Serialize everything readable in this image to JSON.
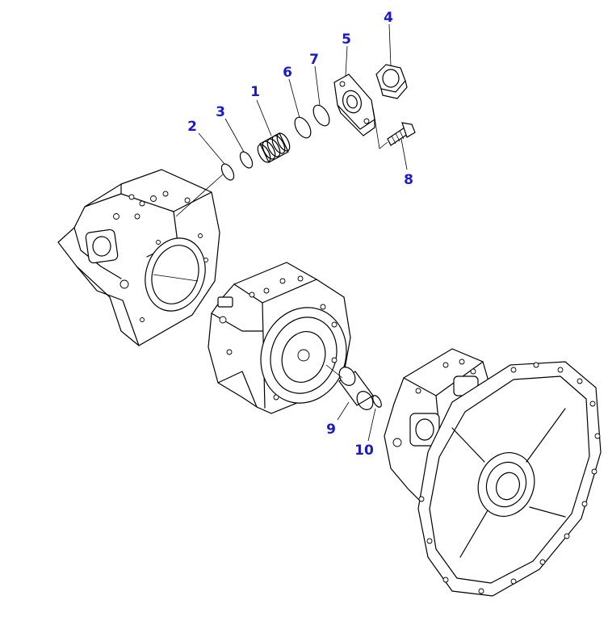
{
  "colors": {
    "callout": "#1a1ac8",
    "line": "#000000",
    "background": "#ffffff"
  },
  "callouts": [
    {
      "id": "1",
      "label": "1"
    },
    {
      "id": "2",
      "label": "2"
    },
    {
      "id": "3",
      "label": "3"
    },
    {
      "id": "4",
      "label": "4"
    },
    {
      "id": "5",
      "label": "5"
    },
    {
      "id": "6",
      "label": "6"
    },
    {
      "id": "7",
      "label": "7"
    },
    {
      "id": "8",
      "label": "8"
    },
    {
      "id": "9",
      "label": "9"
    },
    {
      "id": "10",
      "label": "10"
    }
  ]
}
